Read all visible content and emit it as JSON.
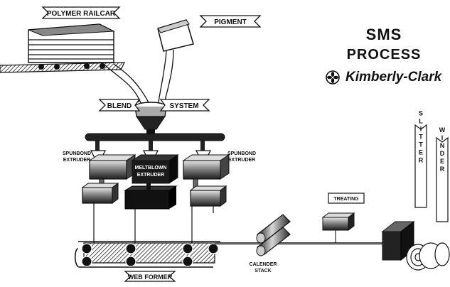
{
  "title": {
    "line1": "SMS",
    "line2": "PROCESS"
  },
  "brand": {
    "name": "Kimberly-Clark",
    "logo": "kimberly-clark-logo"
  },
  "labels": {
    "polymer_railcar": "POLYMER RAILCAR",
    "pigment": "PIGMENT",
    "blend": "BLEND",
    "system": "SYSTEM",
    "spunbond_left_1": "SPUNBOND",
    "spunbond_left_2": "EXTRUDER",
    "meltblown_1": "MELTBLOWN",
    "meltblown_2": "EXTRUDER",
    "spunbond_right_1": "SPUNBOND",
    "spunbond_right_2": "EXTRUDER",
    "treating": "TREATING",
    "calender_1": "CALENDER",
    "calender_2": "STACK",
    "web_former": "WEB FORMER",
    "slitter": "SLITTER",
    "winder": "WINDER"
  },
  "colors": {
    "ink": "#111111",
    "paper": "#ffffff",
    "shade": "#6e6e6e",
    "light": "#cfcfcf"
  }
}
